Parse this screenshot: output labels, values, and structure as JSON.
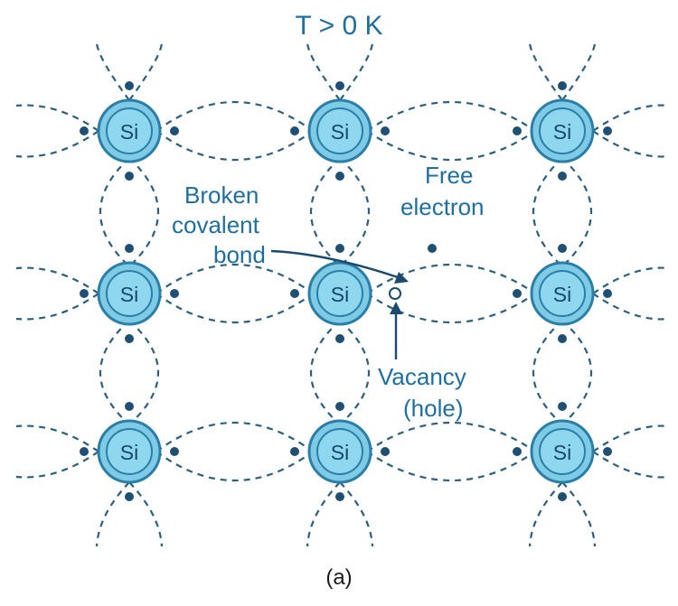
{
  "title": "T > 0 K",
  "caption": "(a)",
  "atom_label": "Si",
  "grid": {
    "rows": 3,
    "cols": 3
  },
  "labels": {
    "broken_bond": [
      "Broken",
      "covalent",
      "bond"
    ],
    "free_electron": [
      "Free",
      "electron"
    ],
    "vacancy": [
      "Vacancy",
      "(hole)"
    ]
  },
  "colors": {
    "atom_fill": "#7fcbe6",
    "atom_stroke": "#2a7fa8",
    "bond": "#2b5f7e",
    "electron": "#1f4f72",
    "label_text": "#1e6fa0"
  }
}
